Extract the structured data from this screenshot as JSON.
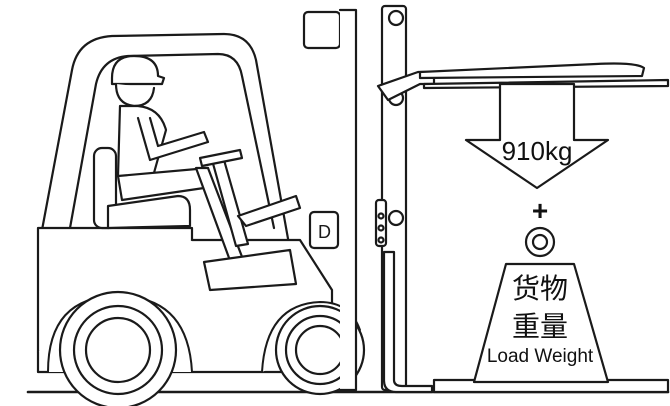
{
  "labels": {
    "fork_load": "910kg",
    "plus": "+",
    "weight_cn_line1": "货物",
    "weight_cn_line2": "重量",
    "weight_en": "Load Weight"
  },
  "colors": {
    "stroke": "#1a1a1a",
    "fill": "#ffffff"
  }
}
